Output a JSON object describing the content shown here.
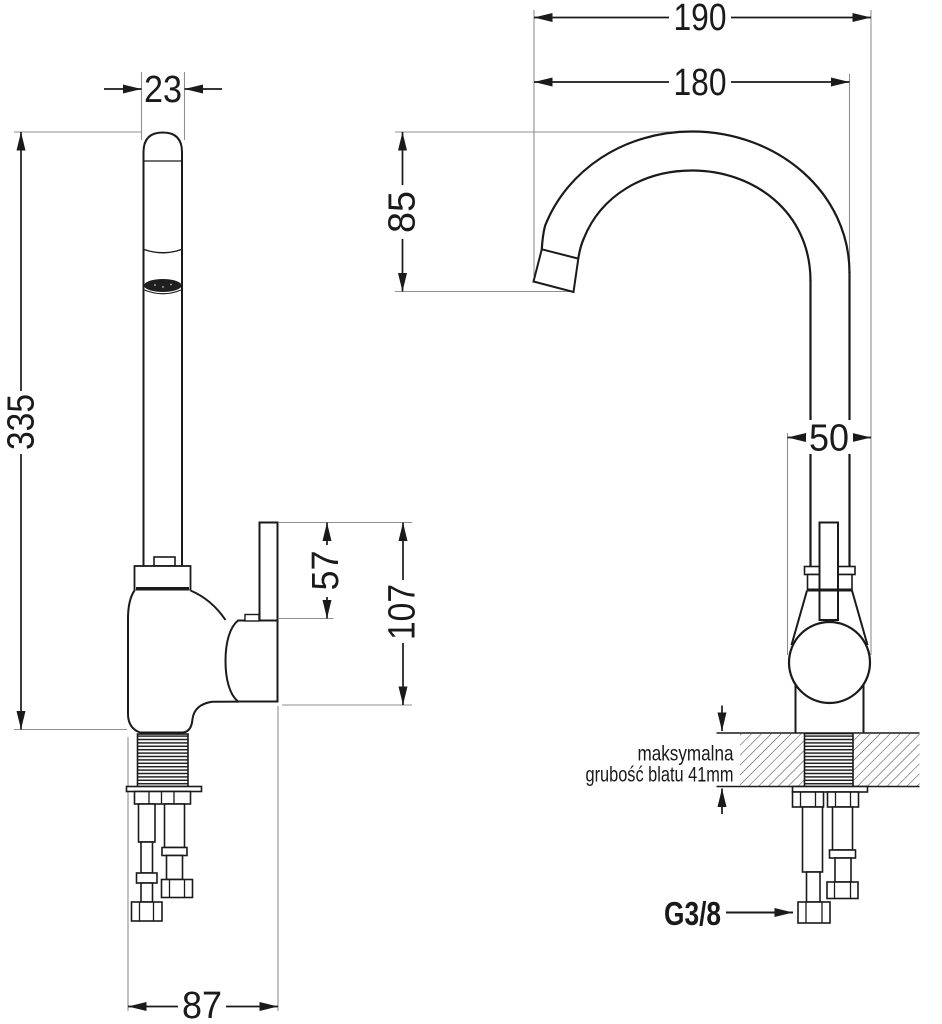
{
  "drawing": {
    "background": "#ffffff",
    "line_color": "#1a1a1a",
    "extension_line_color": "#8f8f8f",
    "side_view": {
      "dim_spout_width": "23",
      "dim_total_height": "335",
      "dim_lever_to_cartridge": "57",
      "dim_lever_to_body_bottom": "107",
      "dim_base_depth": "87"
    },
    "front_view": {
      "dim_reach_outer": "190",
      "dim_reach_inner": "180",
      "dim_spout_drop": "85",
      "dim_body_width": "50",
      "countertop_note_line1": "maksymalna",
      "countertop_note_line2": "grubość blatu 41mm",
      "thread_label": "G3/8"
    }
  }
}
